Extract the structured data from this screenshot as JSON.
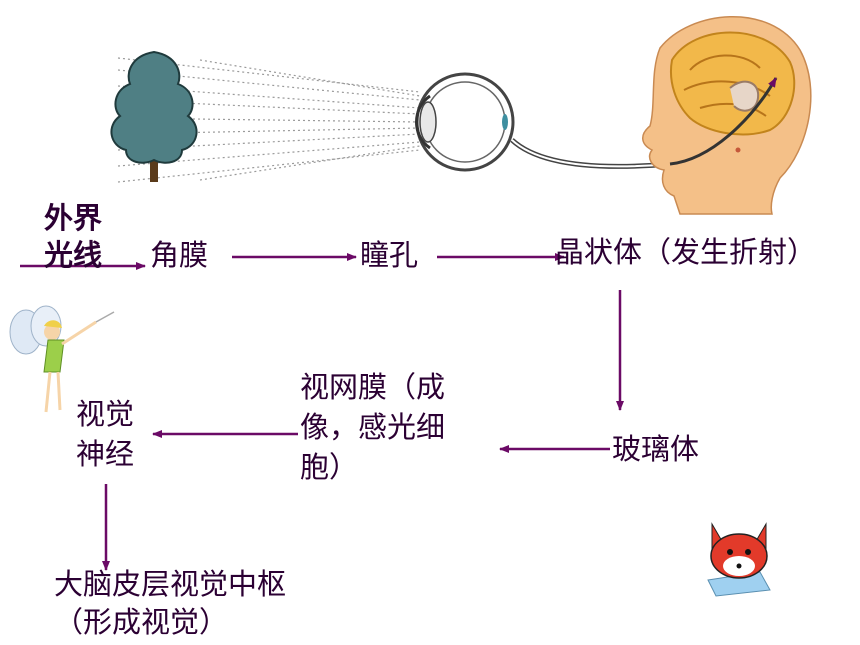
{
  "colors": {
    "arrow": "#6b0a66",
    "text": "#2b0033",
    "tree": "#4f7f84",
    "skin": "#f4c088",
    "brain": "#f2b84a"
  },
  "illustrations": {
    "tree": "tree-icon",
    "eye": "eye-icon",
    "head": "head-brain-icon",
    "fairy": "fairy-icon",
    "fox": "fox-icon"
  },
  "nodes": {
    "light_line1": "外界",
    "light_line2": "光线",
    "cornea": "角膜",
    "pupil": "瞳孔",
    "lens": "晶状体（发生折射）",
    "vitreous": "玻璃体",
    "retina_line1": "视网膜（成",
    "retina_line2": "像，感光细",
    "retina_line3": "胞）",
    "optic_line1": "视觉",
    "optic_line2": "神经",
    "cortex_line1": "大脑皮层视觉中枢",
    "cortex_line2": "（形成视觉）"
  }
}
